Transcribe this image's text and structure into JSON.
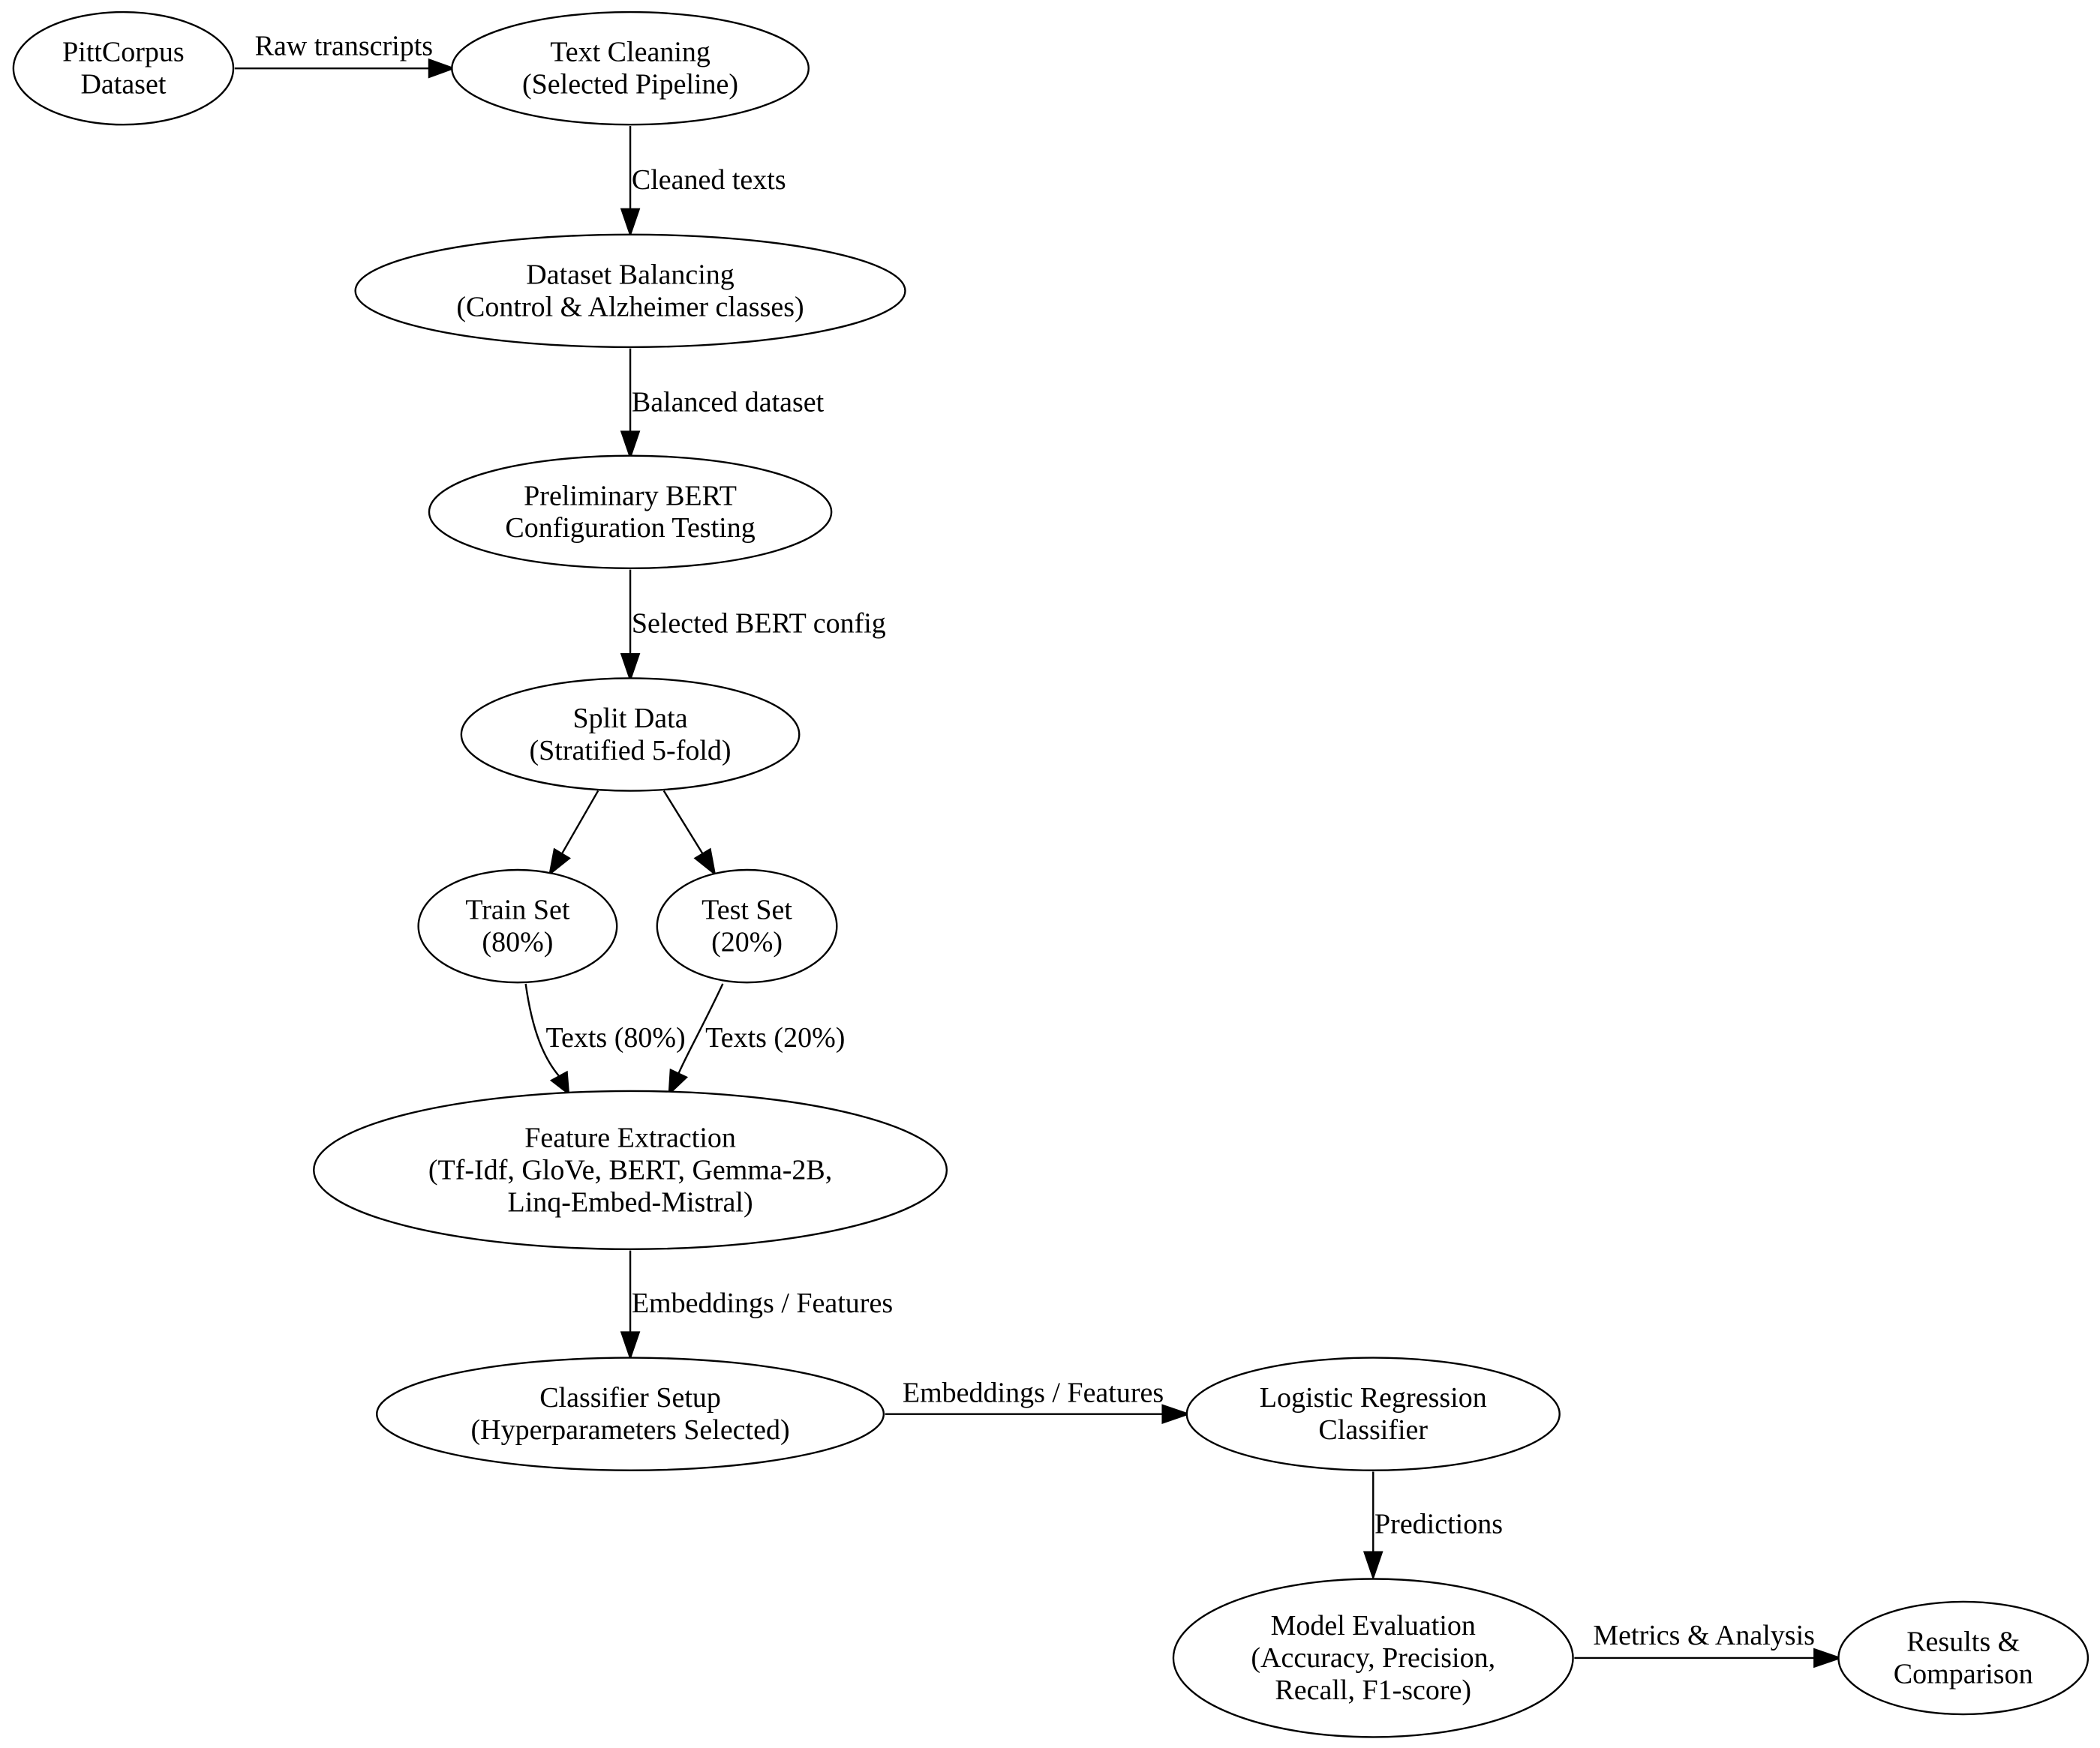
{
  "nodes": [
    {
      "id": "pittcorpus",
      "lines": [
        "PittCorpus",
        "Dataset"
      ]
    },
    {
      "id": "text-cleaning",
      "lines": [
        "Text Cleaning",
        "(Selected Pipeline)"
      ]
    },
    {
      "id": "dataset-balancing",
      "lines": [
        "Dataset Balancing",
        "(Control & Alzheimer classes)"
      ]
    },
    {
      "id": "bert-config-testing",
      "lines": [
        "Preliminary BERT",
        "Configuration Testing"
      ]
    },
    {
      "id": "split-data",
      "lines": [
        "Split Data",
        "(Stratified 5-fold)"
      ]
    },
    {
      "id": "train-set",
      "lines": [
        "Train Set",
        "(80%)"
      ]
    },
    {
      "id": "test-set",
      "lines": [
        "Test Set",
        "(20%)"
      ]
    },
    {
      "id": "feature-extraction",
      "lines": [
        "Feature Extraction",
        "(Tf-Idf, GloVe, BERT, Gemma-2B,",
        "Linq-Embed-Mistral)"
      ]
    },
    {
      "id": "classifier-setup",
      "lines": [
        "Classifier Setup",
        "(Hyperparameters Selected)"
      ]
    },
    {
      "id": "logistic-regression",
      "lines": [
        "Logistic Regression",
        "Classifier"
      ]
    },
    {
      "id": "model-evaluation",
      "lines": [
        "Model Evaluation",
        "(Accuracy, Precision,",
        "Recall, F1-score)"
      ]
    },
    {
      "id": "results-comparison",
      "lines": [
        "Results &",
        "Comparison"
      ]
    }
  ],
  "edges": [
    {
      "id": "raw-transcripts",
      "from": "pittcorpus",
      "to": "text-cleaning",
      "label": "Raw transcripts"
    },
    {
      "id": "cleaned-texts",
      "from": "text-cleaning",
      "to": "dataset-balancing",
      "label": "Cleaned texts"
    },
    {
      "id": "balanced-dataset",
      "from": "dataset-balancing",
      "to": "bert-config-testing",
      "label": "Balanced dataset"
    },
    {
      "id": "selected-bert-config",
      "from": "bert-config-testing",
      "to": "split-data",
      "label": "Selected BERT config"
    },
    {
      "id": "split-to-train",
      "from": "split-data",
      "to": "train-set",
      "label": ""
    },
    {
      "id": "split-to-test",
      "from": "split-data",
      "to": "test-set",
      "label": ""
    },
    {
      "id": "texts-80",
      "from": "train-set",
      "to": "feature-extraction",
      "label": "Texts (80%)"
    },
    {
      "id": "texts-20",
      "from": "test-set",
      "to": "feature-extraction",
      "label": "Texts (20%)"
    },
    {
      "id": "embeddings-to-setup",
      "from": "feature-extraction",
      "to": "classifier-setup",
      "label": "Embeddings / Features"
    },
    {
      "id": "embeddings-to-classifier",
      "from": "classifier-setup",
      "to": "logistic-regression",
      "label": "Embeddings / Features"
    },
    {
      "id": "predictions",
      "from": "logistic-regression",
      "to": "model-evaluation",
      "label": "Predictions"
    },
    {
      "id": "metrics-analysis",
      "from": "model-evaluation",
      "to": "results-comparison",
      "label": "Metrics & Analysis"
    }
  ]
}
